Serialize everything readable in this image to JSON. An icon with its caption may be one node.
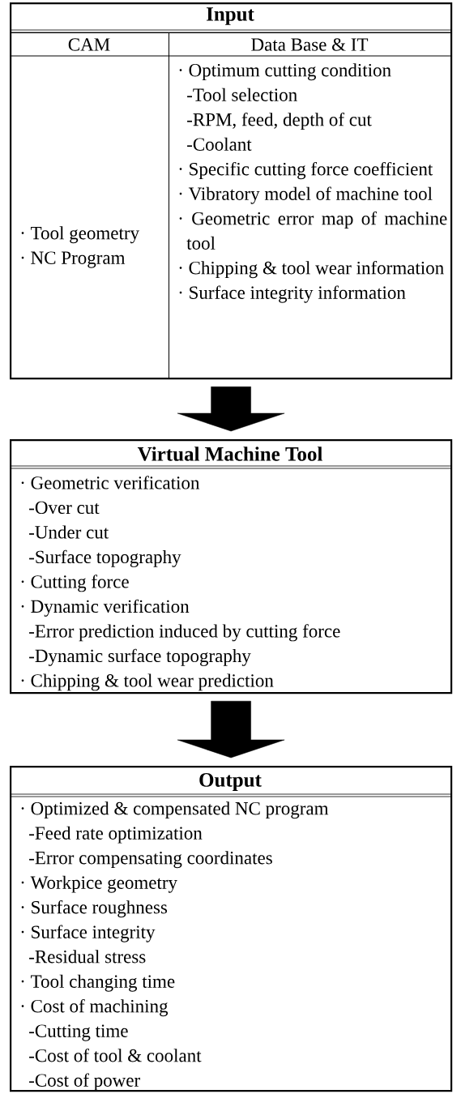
{
  "diagram": {
    "nodes": [
      {
        "text": [
          "Input"
        ]
      },
      {
        "text": [
          "CAM",
          "· Tool geometry",
          "· NC Program"
        ],
        "in": 0
      },
      {
        "text": [
          "Data Base & IT",
          "· Optimum cutting condition",
          "-Tool selection",
          "-RPM, feed, depth of cut",
          "-Coolant",
          "· Specific cutting force coefficient",
          "· Vibratory model of machine tool",
          "· Geometric error map of machine tool",
          "· Chipping & tool wear information",
          "· Surface integrity information"
        ],
        "in": 0
      },
      {
        "text": [
          "Virtual Machine Tool",
          "· Geometric verification",
          "-Over cut",
          "-Under cut",
          "-Surface topography",
          "· Cutting force",
          "· Dynamic verification",
          "-Error prediction induced by cutting force",
          "-Dynamic surface topography",
          "· Chipping & tool wear prediction"
        ]
      },
      {
        "text": [
          "Output",
          "· Optimized & compensated NC program",
          "-Feed rate optimization",
          "-Error compensating coordinates",
          "· Workpice geometry",
          "· Surface roughness",
          "· Surface integrity",
          "-Residual stress",
          "· Tool changing time",
          "· Cost of machining",
          "-Cutting time",
          "-Cost of tool & coolant",
          "-Cost of power"
        ]
      }
    ],
    "edges": [
      {
        "from": 0,
        "to": 3,
        "arrow": "to"
      },
      {
        "from": 3,
        "to": 4,
        "arrow": "to"
      }
    ]
  }
}
